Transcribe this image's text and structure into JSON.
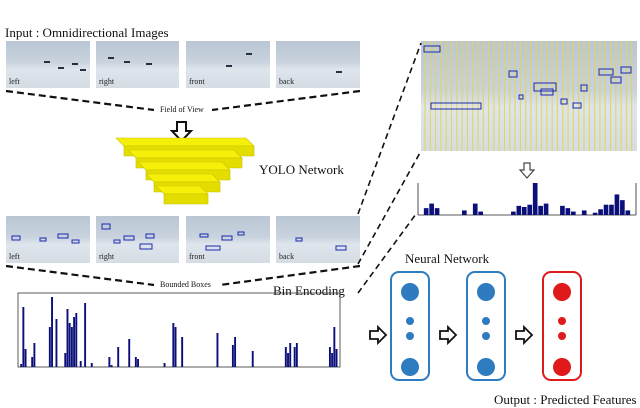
{
  "labels": {
    "input_title": "Input : Omnidirectional Images",
    "field_of_view": "Field of View",
    "yolo_network": "YOLO Network",
    "bounded_boxes": "Bounded Boxes",
    "bin_encoding": "Bin Encoding",
    "neural_network": "Neural Network",
    "output": "Output : Predicted Features"
  },
  "views": [
    "left",
    "right",
    "front",
    "back"
  ],
  "colors": {
    "yolo_yellow": "#f5ef0a",
    "bar_navy": "#0b0f7a",
    "nn_blue": "#2e7bc0",
    "nn_red": "#e0191b",
    "grid_yellow": "#e6d64a",
    "box_blue": "#1b2ab0"
  },
  "histogram_small": [
    0,
    6,
    10,
    6,
    0,
    0,
    0,
    0,
    4,
    0,
    10,
    3,
    0,
    0,
    0,
    0,
    0,
    3,
    8,
    7,
    9,
    28,
    8,
    10,
    0,
    0,
    8,
    6,
    3,
    0,
    4,
    0,
    2,
    5,
    9,
    9,
    18,
    13,
    4,
    0
  ],
  "histogram_large": [
    0,
    3,
    60,
    18,
    0,
    0,
    10,
    24,
    0,
    0,
    0,
    0,
    0,
    0,
    40,
    70,
    0,
    48,
    0,
    0,
    0,
    14,
    58,
    44,
    40,
    50,
    54,
    0,
    6,
    0,
    64,
    0,
    0,
    4,
    0,
    0,
    0,
    0,
    0,
    0,
    0,
    10,
    2,
    0,
    0,
    20,
    0,
    0,
    0,
    0,
    28,
    0,
    0,
    10,
    8,
    0,
    0,
    0,
    0,
    0,
    0,
    0,
    0,
    0,
    0,
    0,
    4,
    0,
    0,
    0,
    44,
    40,
    0,
    0,
    30,
    0,
    0,
    0,
    0,
    0,
    0,
    0,
    0,
    0,
    0,
    0,
    0,
    0,
    0,
    0,
    34,
    0,
    0,
    0,
    0,
    0,
    0,
    22,
    30,
    0,
    0,
    0,
    0,
    0,
    0,
    0,
    16,
    0,
    0,
    0,
    0,
    0,
    0,
    0,
    0,
    0,
    0,
    0,
    0,
    0,
    0,
    20,
    14,
    24,
    0,
    20,
    24,
    0,
    0,
    0,
    0,
    0,
    0,
    0,
    0,
    0,
    0,
    0,
    0,
    0,
    0,
    20,
    14,
    40,
    18,
    0
  ]
}
